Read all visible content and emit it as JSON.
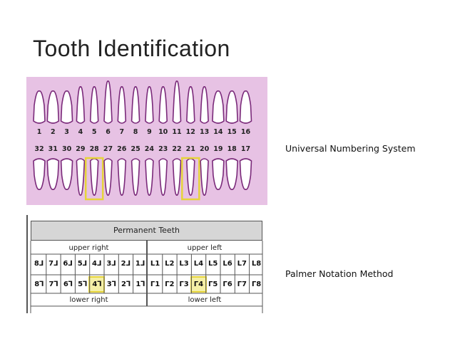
{
  "slide": {
    "title": "Tooth Identification",
    "universal_caption": "Universal Numbering System",
    "palmer_caption": "Palmer Notation Method"
  },
  "universal": {
    "upper_numbers": [
      "1",
      "2",
      "3",
      "4",
      "5",
      "6",
      "7",
      "8",
      "9",
      "10",
      "11",
      "12",
      "13",
      "14",
      "15",
      "16"
    ],
    "lower_numbers": [
      "32",
      "31",
      "30",
      "29",
      "28",
      "27",
      "26",
      "25",
      "24",
      "23",
      "22",
      "21",
      "20",
      "19",
      "18",
      "17"
    ],
    "highlighted": [
      "28",
      "21"
    ],
    "background_color": "#e7c2e4",
    "tooth_outline_color": "#7a2a7a",
    "highlight_color": "#e6d43a"
  },
  "palmer": {
    "header": "Permanent Teeth",
    "upper_right_label": "upper right",
    "upper_left_label": "upper left",
    "lower_right_label": "lower right",
    "lower_left_label": "lower left",
    "upper_right": [
      "8⅃",
      "7⅃",
      "6⅃",
      "5⅃",
      "4⅃",
      "3⅃",
      "2⅃",
      "1⅃"
    ],
    "upper_left": [
      "L1",
      "L2",
      "L3",
      "L4",
      "L5",
      "L6",
      "L7",
      "L8"
    ],
    "lower_right": [
      "8⅂",
      "7⅂",
      "6⅂",
      "5⅂",
      "4⅂",
      "3⅂",
      "2⅂",
      "1⅂"
    ],
    "lower_left": [
      "Γ1",
      "Γ2",
      "Γ3",
      "Γ4",
      "Γ5",
      "Γ6",
      "Γ7",
      "Γ8"
    ],
    "highlighted_index": 3
  }
}
